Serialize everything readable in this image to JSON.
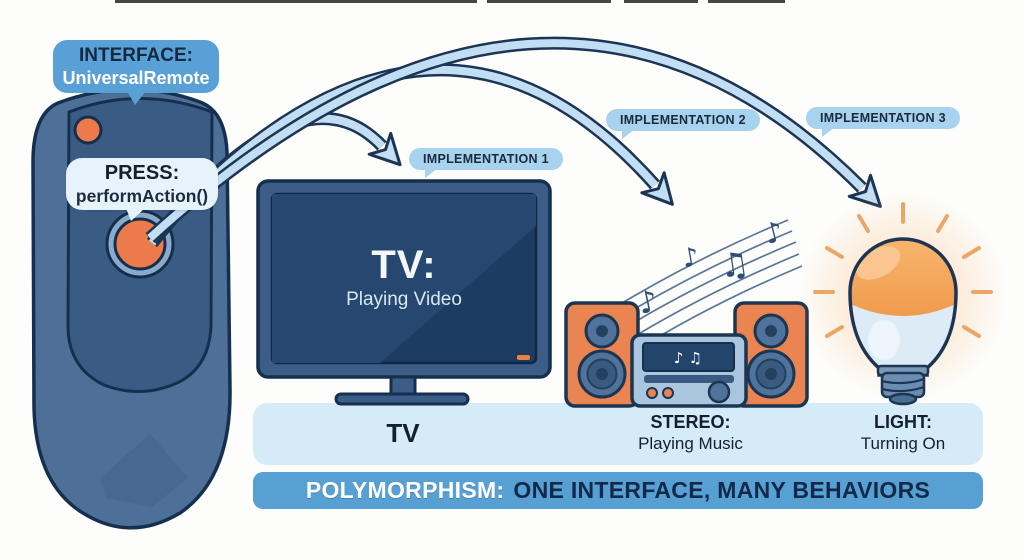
{
  "interface_bubble": {
    "title": "INTERFACE:",
    "subtitle": "UniversalRemote"
  },
  "press_bubble": {
    "title": "PRESS:",
    "subtitle": "performAction()"
  },
  "implementations": [
    {
      "label": "IMPLEMENTATION 1"
    },
    {
      "label": "IMPLEMENTATION 2"
    },
    {
      "label": "IMPLEMENTATION 3"
    }
  ],
  "tv": {
    "screen_title": "TV:",
    "screen_subtitle": "Playing Video",
    "panel_label": "TV"
  },
  "stereo": {
    "panel_title": "STEREO:",
    "panel_subtitle": "Playing Music",
    "display_notes": "♪ ♫"
  },
  "light": {
    "panel_title": "LIGHT:",
    "panel_subtitle": "Turning On"
  },
  "banner": {
    "highlight": "POLYMORPHISM:",
    "text": "ONE INTERFACE, MANY BEHAVIORS"
  },
  "music_notes": [
    "♪",
    "♪",
    "♫",
    "♪"
  ],
  "colors": {
    "background": "#fdfdfb",
    "bubble_blue": "#58a0d6",
    "bubble_light": "#e7f3fb",
    "pill_blue": "#a8d3ee",
    "remote_body": "#4d6f98",
    "remote_inner_panel": "#3a5c84",
    "outline_navy": "#15304e",
    "accent_orange": "#ed7a4a",
    "arrow_fill": "#c1def4",
    "device_panel": "#d5ebf7",
    "banner_blue": "#57a0d4",
    "tv_screen": "#1e3e64",
    "bulb_glow_orange": "#f5a85c"
  }
}
